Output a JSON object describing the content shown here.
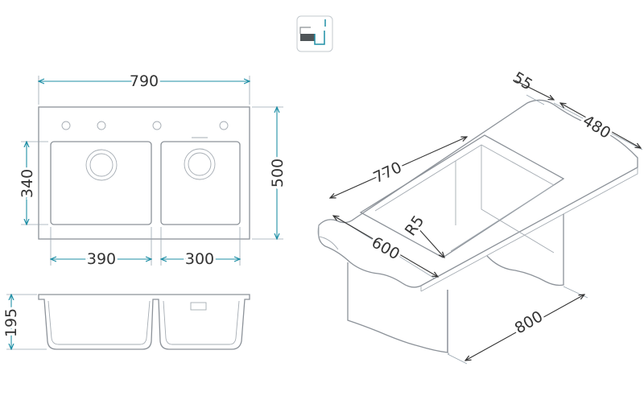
{
  "dimensions": {
    "total_width": "790",
    "total_depth": "500",
    "bowl_depth": "340",
    "left_bowl_width": "390",
    "right_bowl_width": "300",
    "height": "195",
    "cutout_width": "770",
    "edge_offset": "55",
    "cutout_depth": "480",
    "corner_radius": "R5",
    "min_cabinet_depth": "600",
    "cabinet_width": "800"
  },
  "icon": {
    "name": "undermount-installation-icon"
  },
  "colors": {
    "dimension_line": "#1f8fa6",
    "outline": "#8c9299",
    "text": "#333333"
  }
}
